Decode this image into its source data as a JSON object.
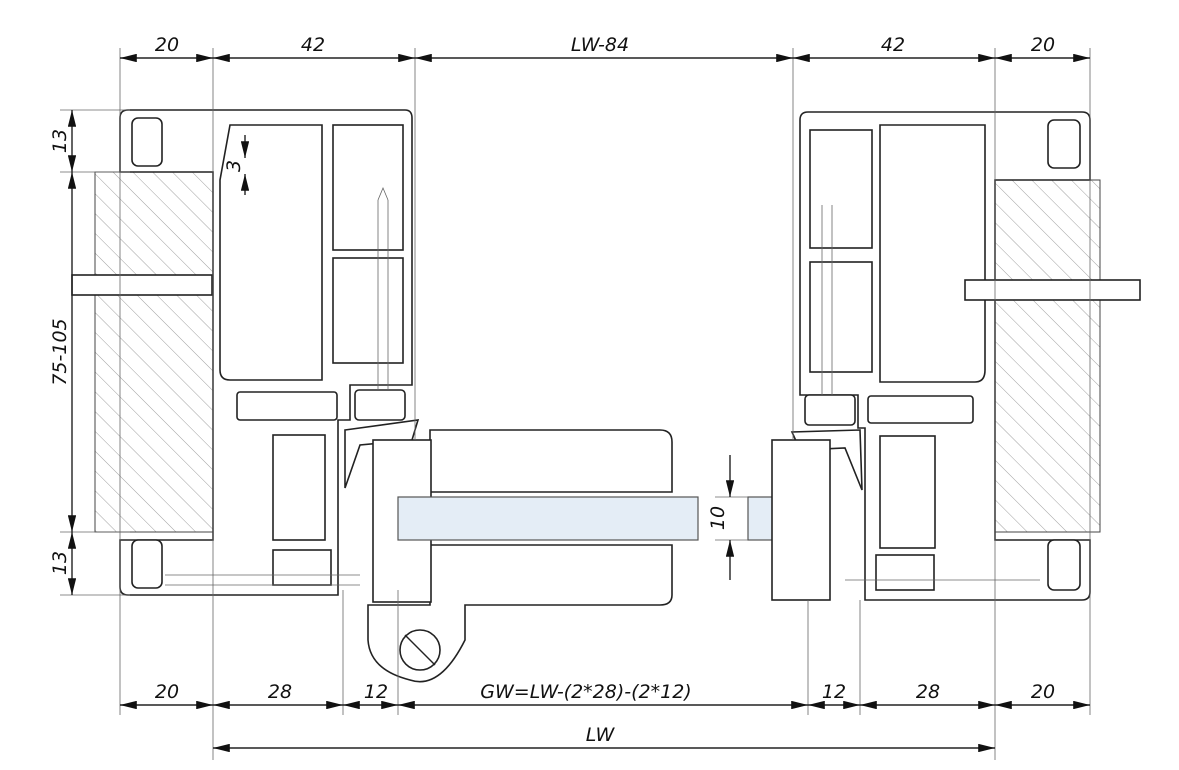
{
  "drawing": {
    "top_dimensions": [
      "20",
      "42",
      "LW-84",
      "42",
      "20"
    ],
    "left_dimensions": [
      "13",
      "75-105",
      "13"
    ],
    "gap_dimension": "3",
    "glass_dimension": "10",
    "bottom_dimensions": [
      "20",
      "28",
      "12",
      "GW=LW-(2*28)-(2*12)",
      "12",
      "28",
      "20"
    ],
    "overall_dimension": "LW",
    "colors": {
      "line": "#222222",
      "glass": "#e4edf6",
      "hatch": "#9a9a9a"
    }
  }
}
